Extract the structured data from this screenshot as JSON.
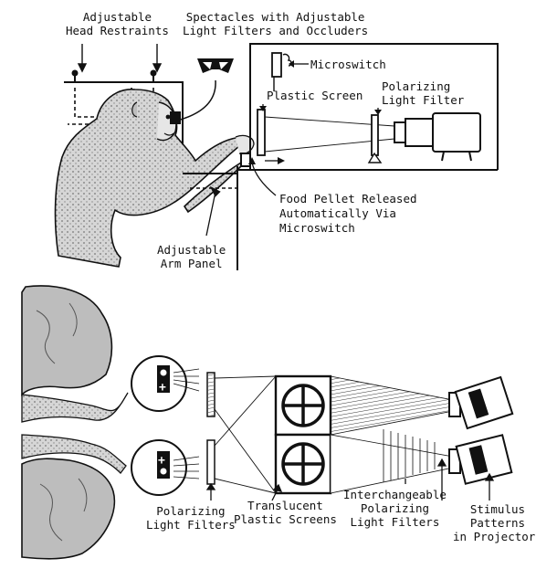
{
  "top_panel": {
    "labels": {
      "head_restraints": [
        "Adjustable",
        "Head Restraints"
      ],
      "spectacles": [
        "Spectacles with Adjustable",
        "Light Filters and Occluders"
      ],
      "microswitch": "Microswitch",
      "plastic_screen": "Plastic Screen",
      "polarizing_filter": [
        "Polarizing",
        "Light Filter"
      ],
      "food_pellet": [
        "Food Pellet Released",
        "Automatically Via",
        "Microswitch"
      ],
      "arm_panel": [
        "Adjustable",
        "Arm Panel"
      ]
    }
  },
  "bottom_panel": {
    "labels": {
      "polarizing_filters": [
        "Polarizing",
        "Light Filters"
      ],
      "translucent_screens": [
        "Translucent",
        "Plastic Screens"
      ],
      "interchangeable_filters": [
        "Interchangeable",
        "Polarizing",
        "Light Filters"
      ],
      "stimulus_patterns": [
        "Stimulus",
        "Patterns",
        "in Projectors"
      ]
    }
  },
  "colors": {
    "ink": "#111111",
    "shade": "#9a9a9a",
    "fur": "#cfcfcf"
  }
}
